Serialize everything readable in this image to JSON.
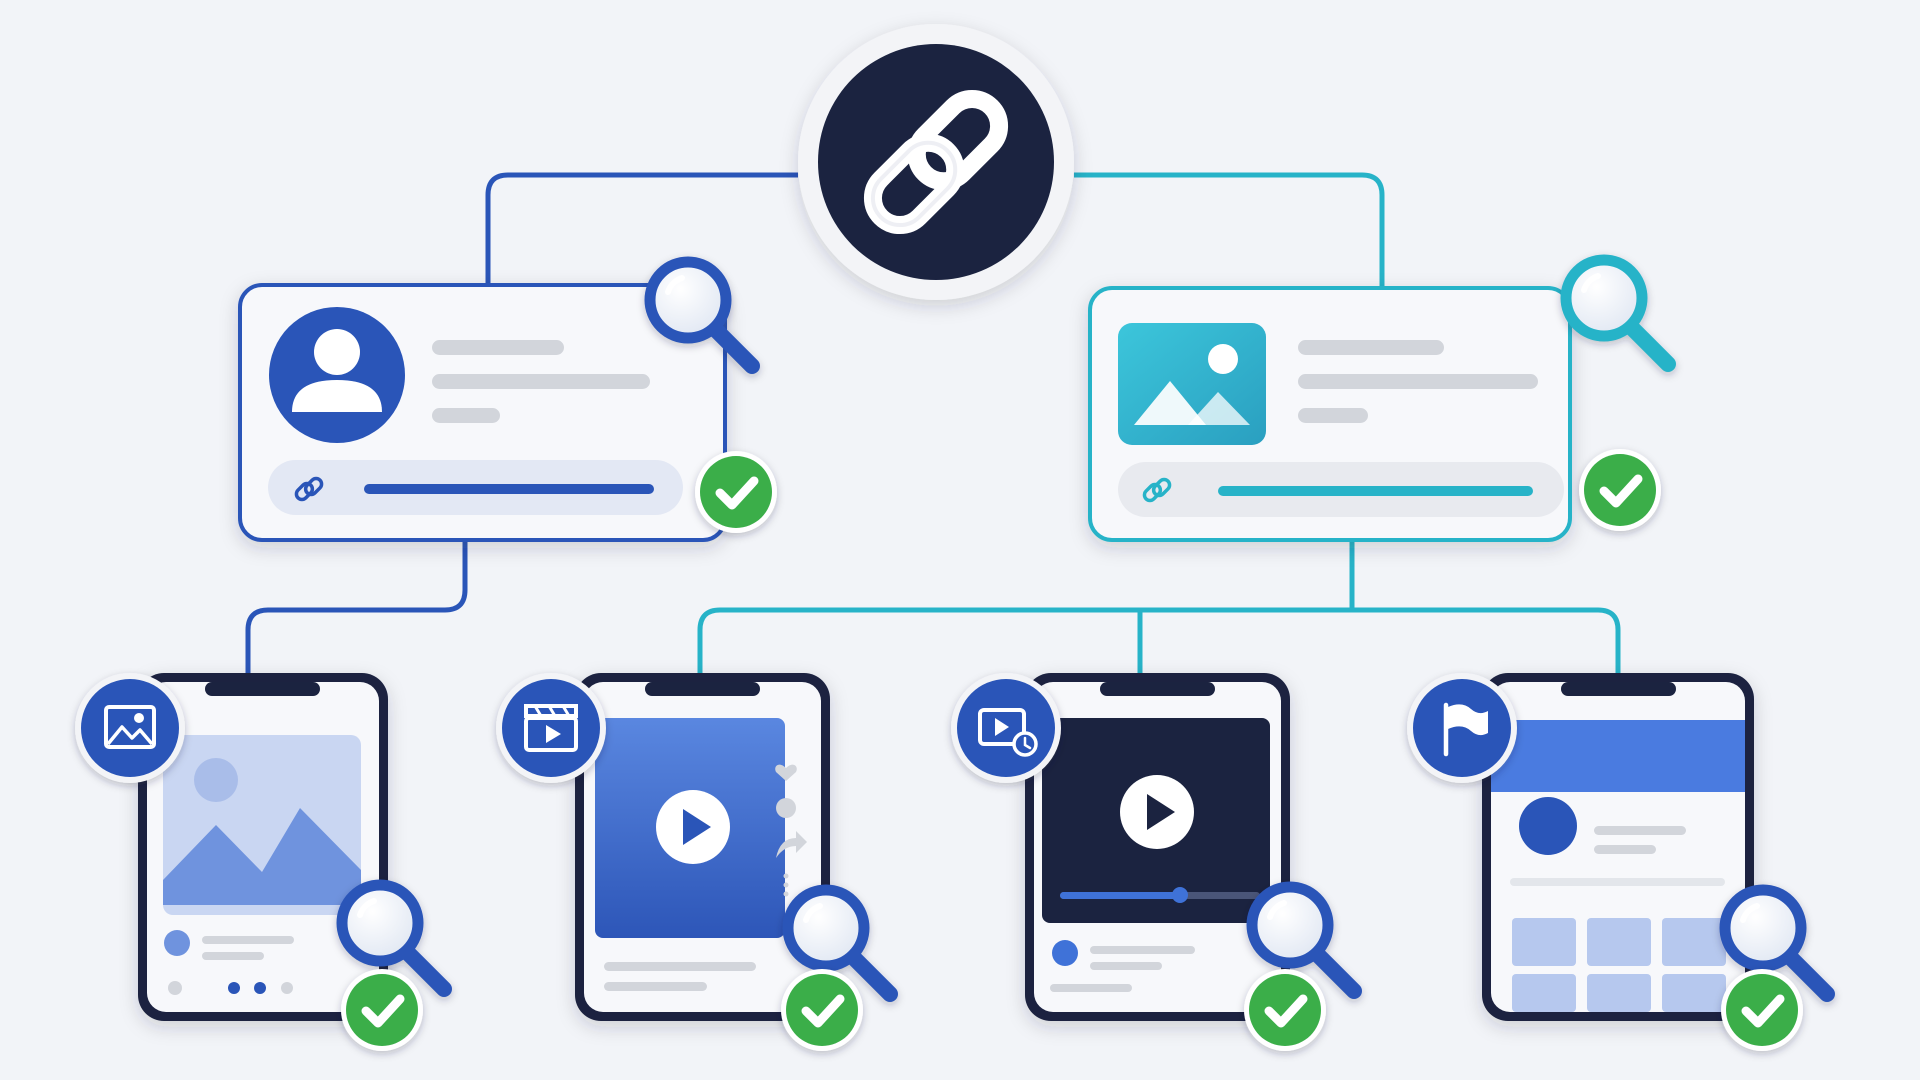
{
  "colors": {
    "background": "#f2f4f8",
    "navy": "#1b2340",
    "blue": "#2a55b8",
    "blue_light": "#3f72d8",
    "teal": "#27b3c8",
    "green": "#3aae49",
    "card_bg": "#f7f8fb",
    "placeholder": "#d2d5db"
  },
  "hub": {
    "icon": "chain-link-icon"
  },
  "profile_cards": [
    {
      "id": "user",
      "accent": "#2a55b8",
      "avatar_icon": "user-icon",
      "badge_icon": "magnifier-icon",
      "status_icon": "check-icon",
      "link_icon": "chain-link-icon"
    },
    {
      "id": "image",
      "accent": "#27b3c8",
      "avatar_icon": "image-icon",
      "badge_icon": "magnifier-icon",
      "status_icon": "check-icon",
      "link_icon": "chain-link-icon"
    }
  ],
  "phones": [
    {
      "id": "photo-post",
      "badge_icon": "image-icon",
      "content": "landscape-image",
      "search_icon": "magnifier-icon",
      "status_icon": "check-icon"
    },
    {
      "id": "reel",
      "badge_icon": "clapperboard-icon",
      "content": "video-play",
      "search_icon": "magnifier-icon",
      "status_icon": "check-icon"
    },
    {
      "id": "video",
      "badge_icon": "video-clock-icon",
      "content": "video-player",
      "playback_progress": 0.6,
      "search_icon": "magnifier-icon",
      "status_icon": "check-icon"
    },
    {
      "id": "page",
      "badge_icon": "flag-icon",
      "content": "profile-page",
      "search_icon": "magnifier-icon",
      "status_icon": "check-icon"
    }
  ]
}
